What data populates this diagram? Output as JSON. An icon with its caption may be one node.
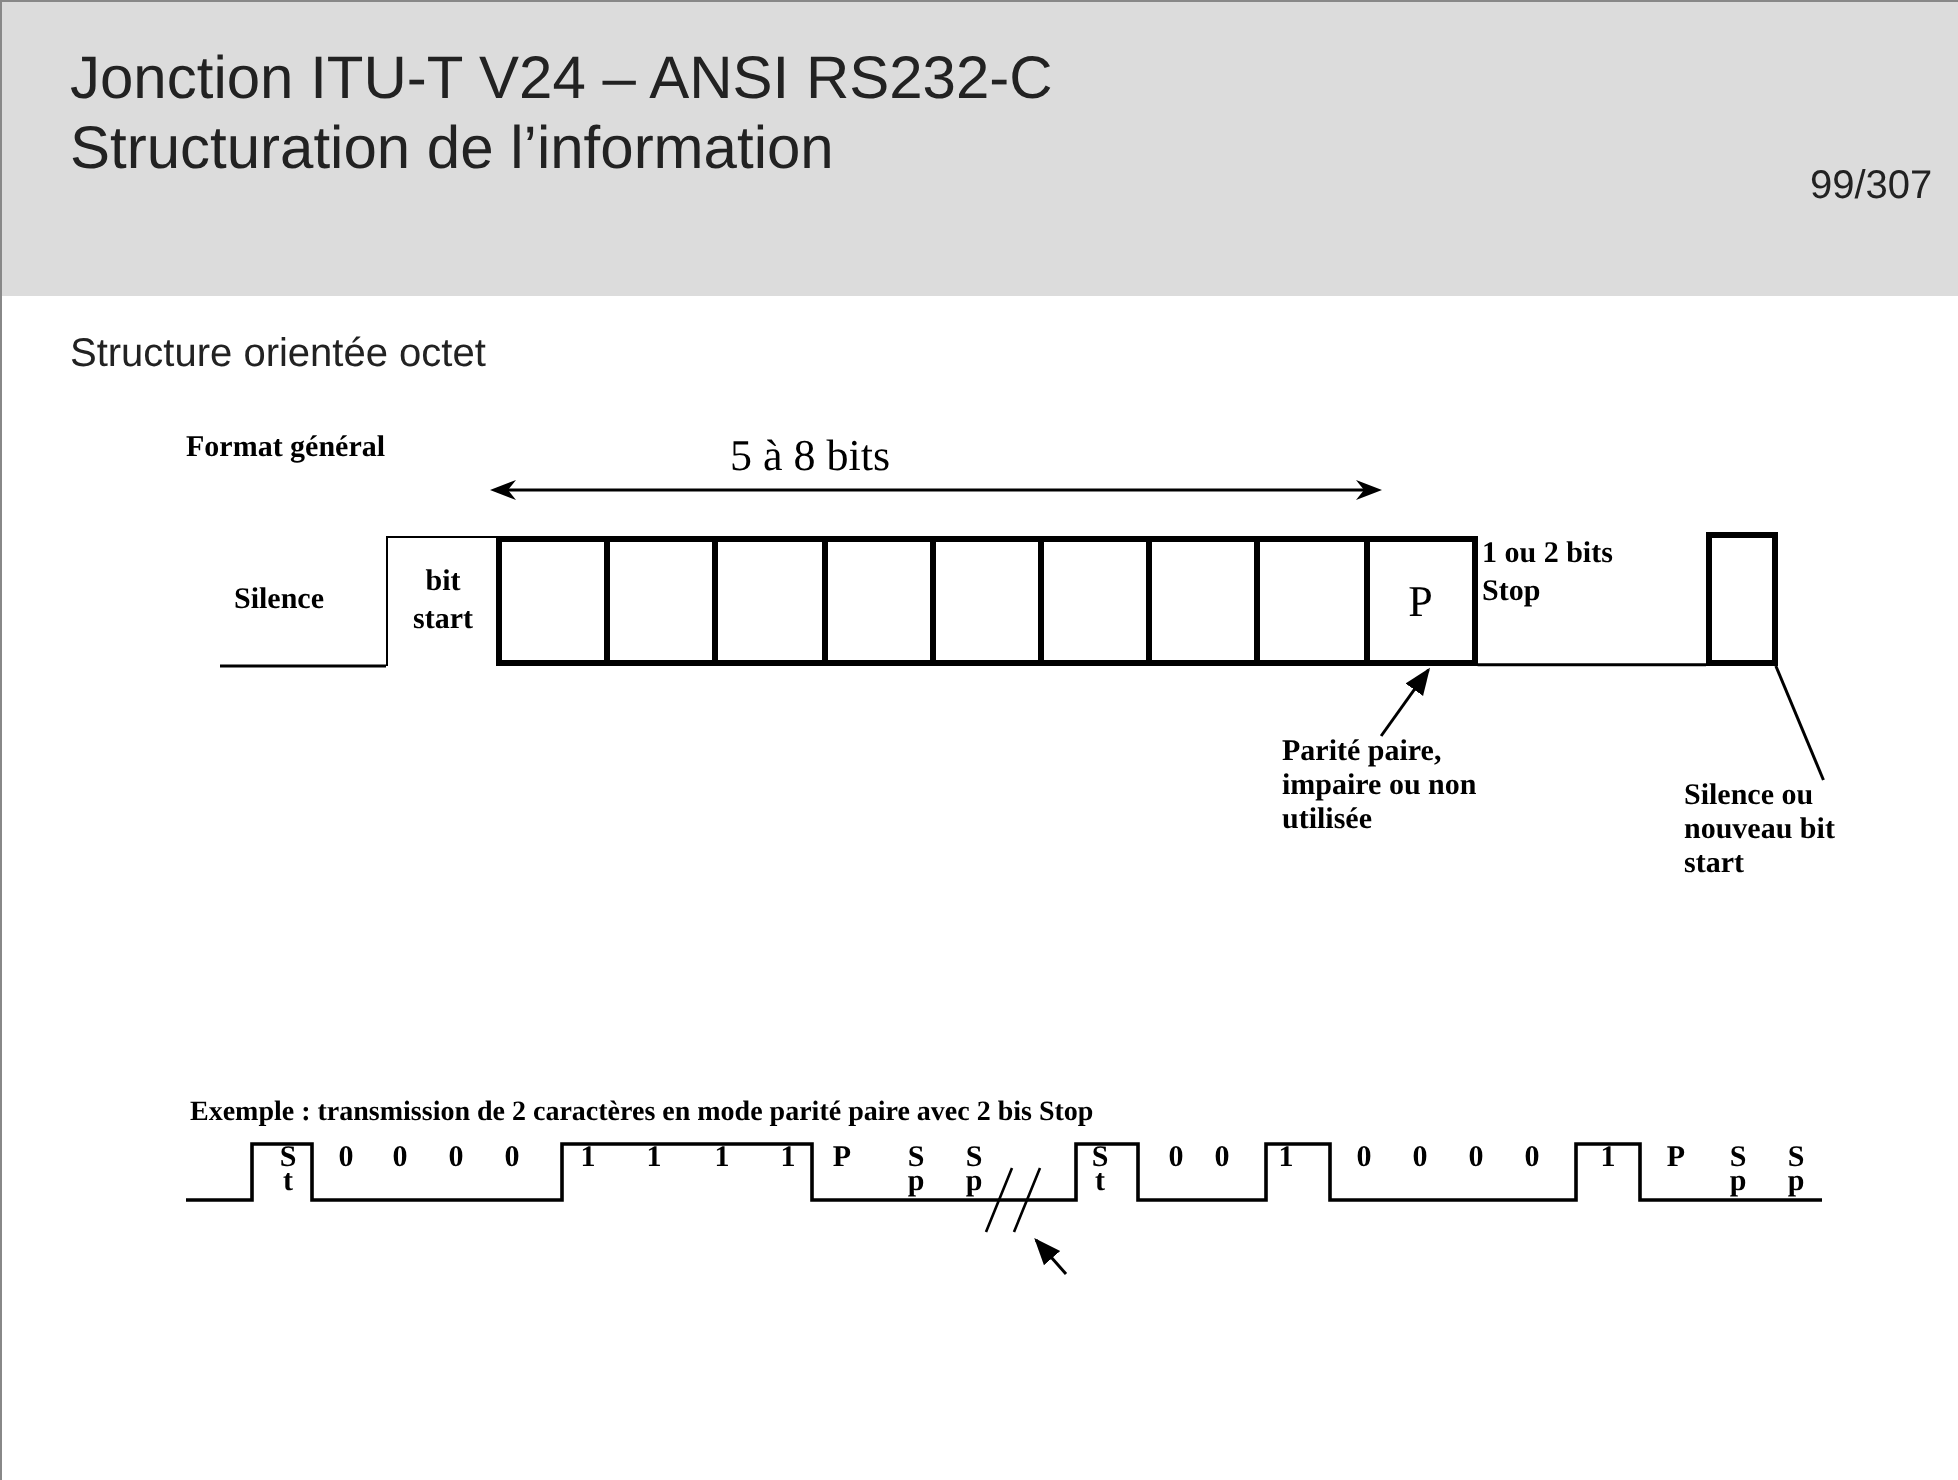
{
  "diagram": {
    "title": "Jonction ITU-T V24 – ANSI RS232-C Structuration de l’information",
    "nodes": [
      {
        "text": [
          "bit start"
        ]
      },
      {
        "text": [],
        "shape": "box"
      },
      {
        "text": [],
        "shape": "box"
      },
      {
        "text": [],
        "shape": "box"
      },
      {
        "text": [],
        "shape": "box"
      },
      {
        "text": [],
        "shape": "box"
      },
      {
        "text": [],
        "shape": "box"
      },
      {
        "text": [],
        "shape": "box"
      },
      {
        "text": [],
        "shape": "box"
      },
      {
        "text": [
          "P"
        ]
      },
      {
        "text": [],
        "shape": "box"
      },
      {
        "text": [
          "Parité paire, impaire ou non utilisée"
        ]
      },
      {
        "text": [
          "Silence ou nouveau bit start"
        ]
      }
    ],
    "edges": [
      {
        "from": 11,
        "to": 9,
        "arrow": "to"
      },
      {
        "from": 12,
        "to": 10,
        "arrow": "none"
      },
      {
        "from": 9,
        "to": 10,
        "arrow": "none"
      }
    ],
    "labels": [
      "99/307",
      "Structure orientée octet",
      "Format général",
      "5 à 8 bits",
      "Silence",
      "1 ou 2 bits Stop",
      "Exemple : transmission de 2 caractères en mode parité paire avec 2 bis Stop",
      "S",
      "t",
      "0",
      "0",
      "0",
      "0",
      "1",
      "1",
      "1",
      "1",
      "P",
      "S",
      "p",
      "S",
      "p",
      "S",
      "t",
      "0",
      "0",
      "1",
      "0",
      "0",
      "0",
      "0",
      "1",
      "P",
      "S",
      "p",
      "S",
      "p"
    ]
  }
}
